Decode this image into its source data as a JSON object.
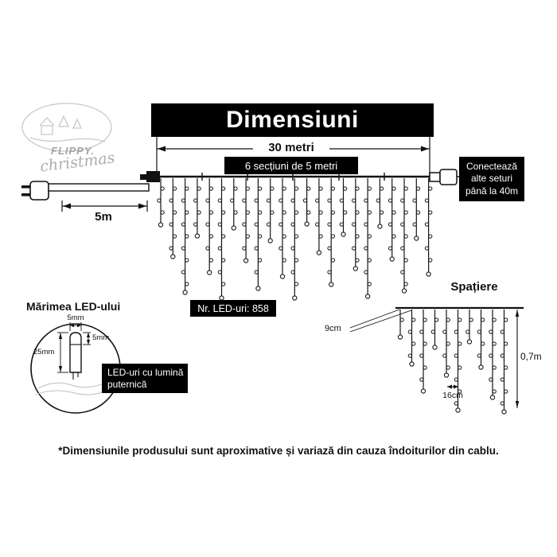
{
  "title": "Dimensiuni",
  "logo": {
    "line1": "FLIPPY.",
    "line2": "christmas"
  },
  "dimensions": {
    "total_length": "30 metri",
    "sections": "6 secțiuni de 5 metri",
    "lead_length": "5m",
    "led_count": "Nr. LED-uri: 858",
    "connect_lines": [
      "Conectează",
      "alte seturi",
      "până la 40m"
    ]
  },
  "led_size": {
    "heading": "Mărimea LED-ului",
    "cap_width": "5mm",
    "cap_height": "5mm",
    "body_height": "25mm",
    "note_lines": [
      "LED-uri cu lumină",
      "puternică"
    ]
  },
  "spacing": {
    "heading": "Spațiere",
    "drop_gap": "9cm",
    "led_gap": "16cm",
    "drop_length": "0,7m"
  },
  "footer": "*Dimensiunile produsului sunt aproximative și variază din cauza îndoiturilor din cablu.",
  "colors": {
    "bar": "#000000",
    "background": "#ffffff",
    "line": "#111111",
    "logo_gray": "#a9aeae"
  },
  "curtain": {
    "main_drop_lengths": [
      56,
      96,
      141,
      70,
      116,
      148,
      60,
      101,
      136,
      76,
      121,
      148,
      55,
      91,
      131,
      68,
      111,
      146,
      58,
      99,
      139,
      73,
      118
    ],
    "small_drop_lengths": [
      32,
      66,
      100,
      45,
      80,
      124,
      38,
      70,
      108,
      126
    ]
  }
}
